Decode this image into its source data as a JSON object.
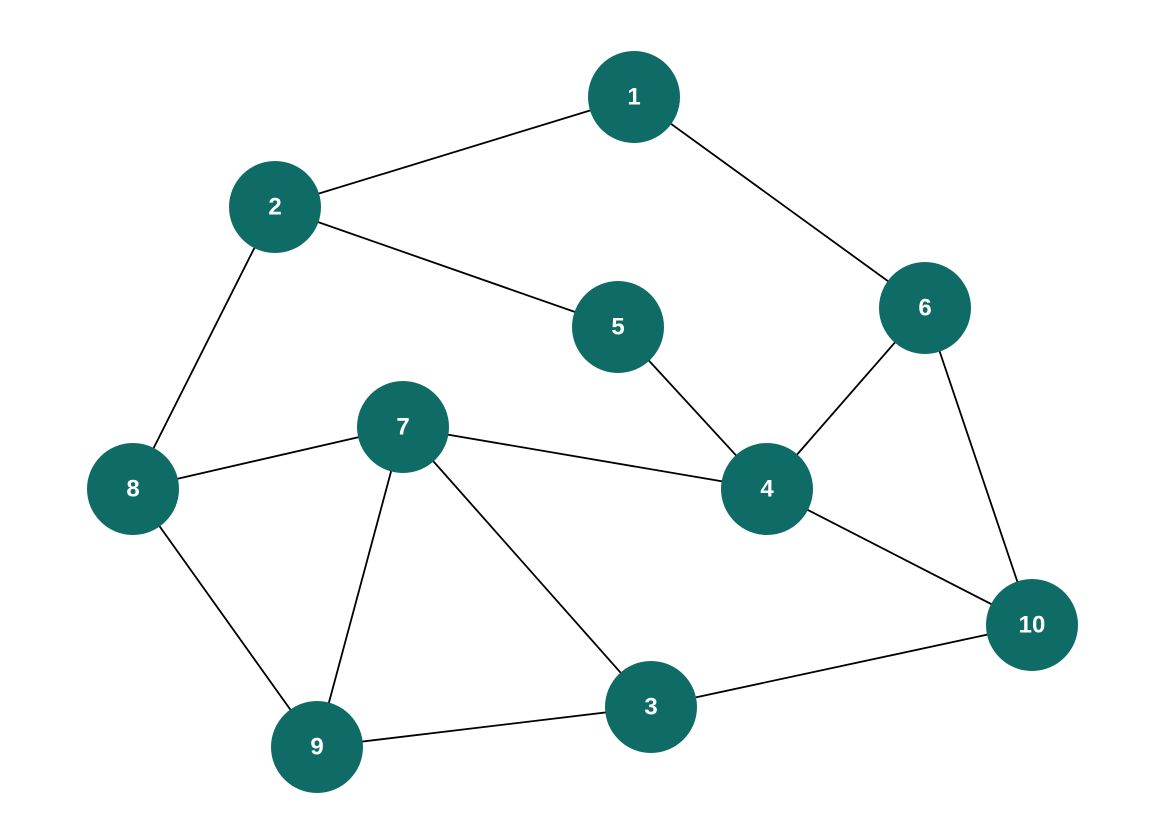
{
  "graph": {
    "node_color": "#0f6b65",
    "label_color": "#ffffff",
    "edge_color": "#000000",
    "nodes": [
      {
        "id": "1",
        "label": "1"
      },
      {
        "id": "2",
        "label": "2"
      },
      {
        "id": "3",
        "label": "3"
      },
      {
        "id": "4",
        "label": "4"
      },
      {
        "id": "5",
        "label": "5"
      },
      {
        "id": "6",
        "label": "6"
      },
      {
        "id": "7",
        "label": "7"
      },
      {
        "id": "8",
        "label": "8"
      },
      {
        "id": "9",
        "label": "9"
      },
      {
        "id": "10",
        "label": "10"
      }
    ],
    "edges": [
      [
        "1",
        "2"
      ],
      [
        "1",
        "6"
      ],
      [
        "2",
        "5"
      ],
      [
        "2",
        "8"
      ],
      [
        "5",
        "4"
      ],
      [
        "6",
        "4"
      ],
      [
        "6",
        "10"
      ],
      [
        "7",
        "8"
      ],
      [
        "7",
        "4"
      ],
      [
        "7",
        "9"
      ],
      [
        "7",
        "3"
      ],
      [
        "8",
        "9"
      ],
      [
        "4",
        "10"
      ],
      [
        "9",
        "3"
      ],
      [
        "3",
        "10"
      ]
    ]
  }
}
